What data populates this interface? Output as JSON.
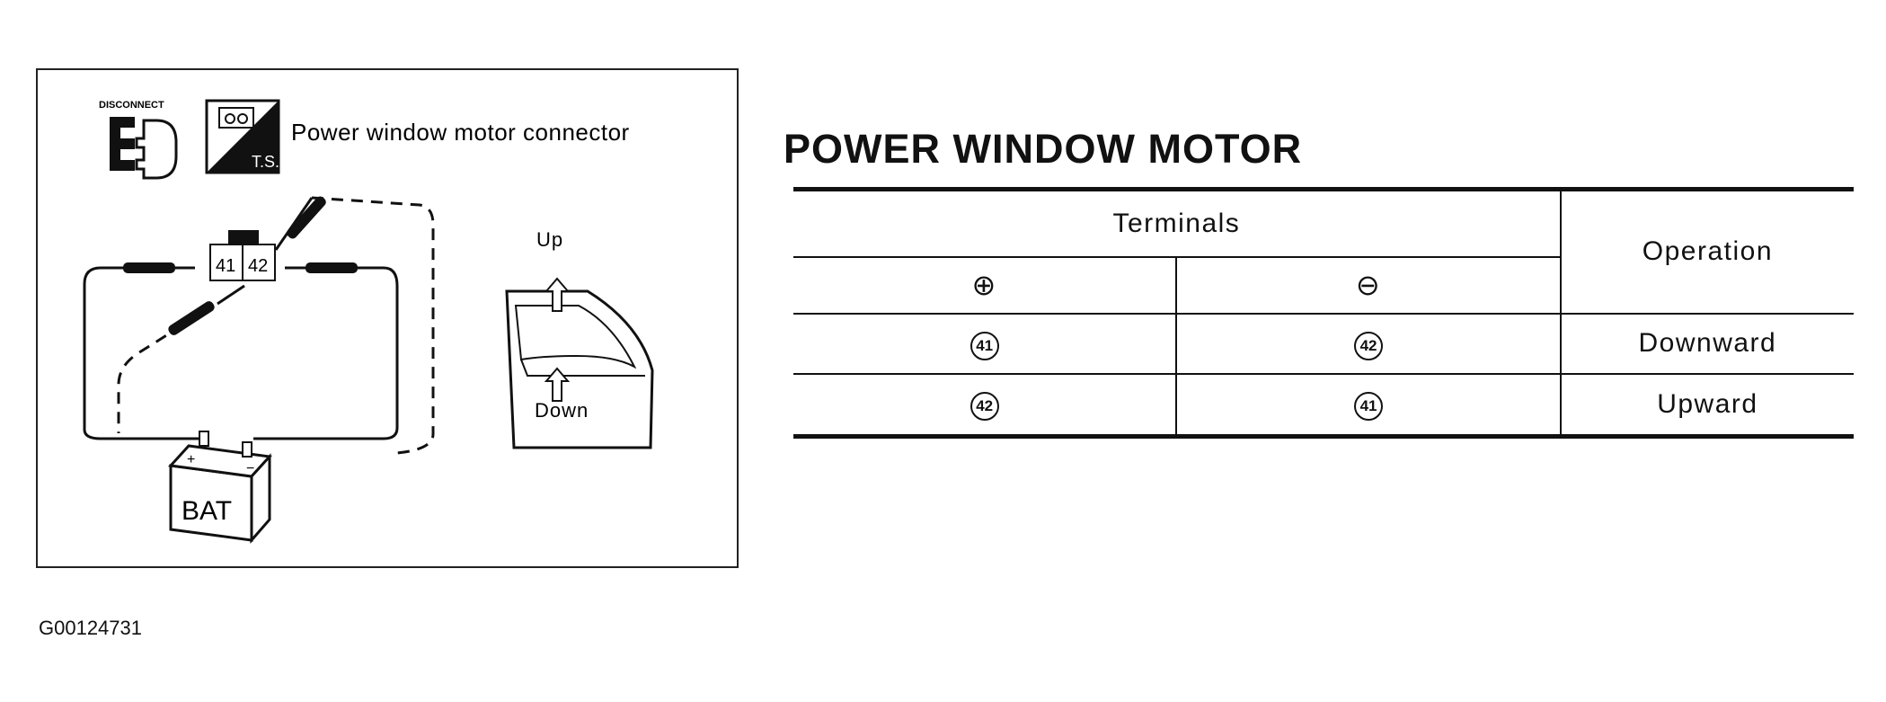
{
  "diagram": {
    "disconnect_label": "DISCONNECT",
    "ts_label": "T.S.",
    "connector_label": "Power window motor connector",
    "connector_terminals": [
      "41",
      "42"
    ],
    "up_label": "Up",
    "down_label": "Down",
    "battery_label": "BAT",
    "battery_plus": "+",
    "battery_minus": "−"
  },
  "table": {
    "title": "POWER WINDOW MOTOR",
    "terminals_header": "Terminals",
    "operation_header": "Operation",
    "plus_symbol": "⊕",
    "minus_symbol": "⊖",
    "rows": [
      {
        "plus": "41",
        "minus": "42",
        "operation": "Downward"
      },
      {
        "plus": "42",
        "minus": "41",
        "operation": "Upward"
      }
    ]
  },
  "figure_code": "G00124731"
}
